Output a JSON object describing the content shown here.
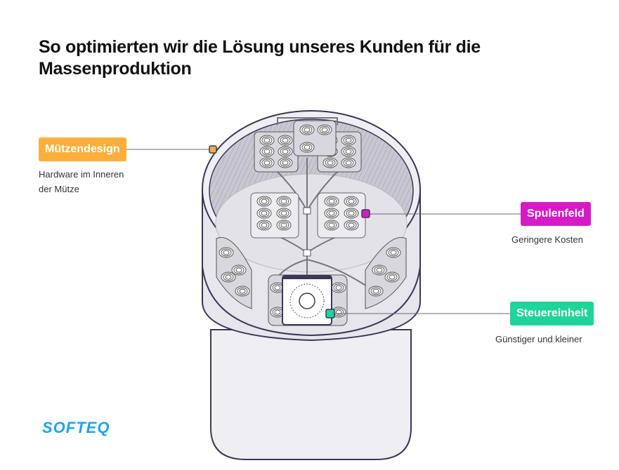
{
  "title": "So optimierten wir die Lösung unseres Kunden für die Massenproduktion",
  "callouts": [
    {
      "label": "Mützendesign",
      "description": "Hardware im Inneren der Mütze",
      "color": "#FBAE3C"
    },
    {
      "label": "Spulenfeld",
      "description": "Geringere Kosten",
      "color": "#D61BC6"
    },
    {
      "label": "Steuereinheit",
      "description": "Günstiger und kleiner",
      "color": "#1ED49A"
    }
  ],
  "logo": "SOFTEQ",
  "colors": {
    "outline": "#3b3755",
    "cap_fill": "#efeff3",
    "hatch": "#9a98a8",
    "logo": "#1AA3F5"
  }
}
